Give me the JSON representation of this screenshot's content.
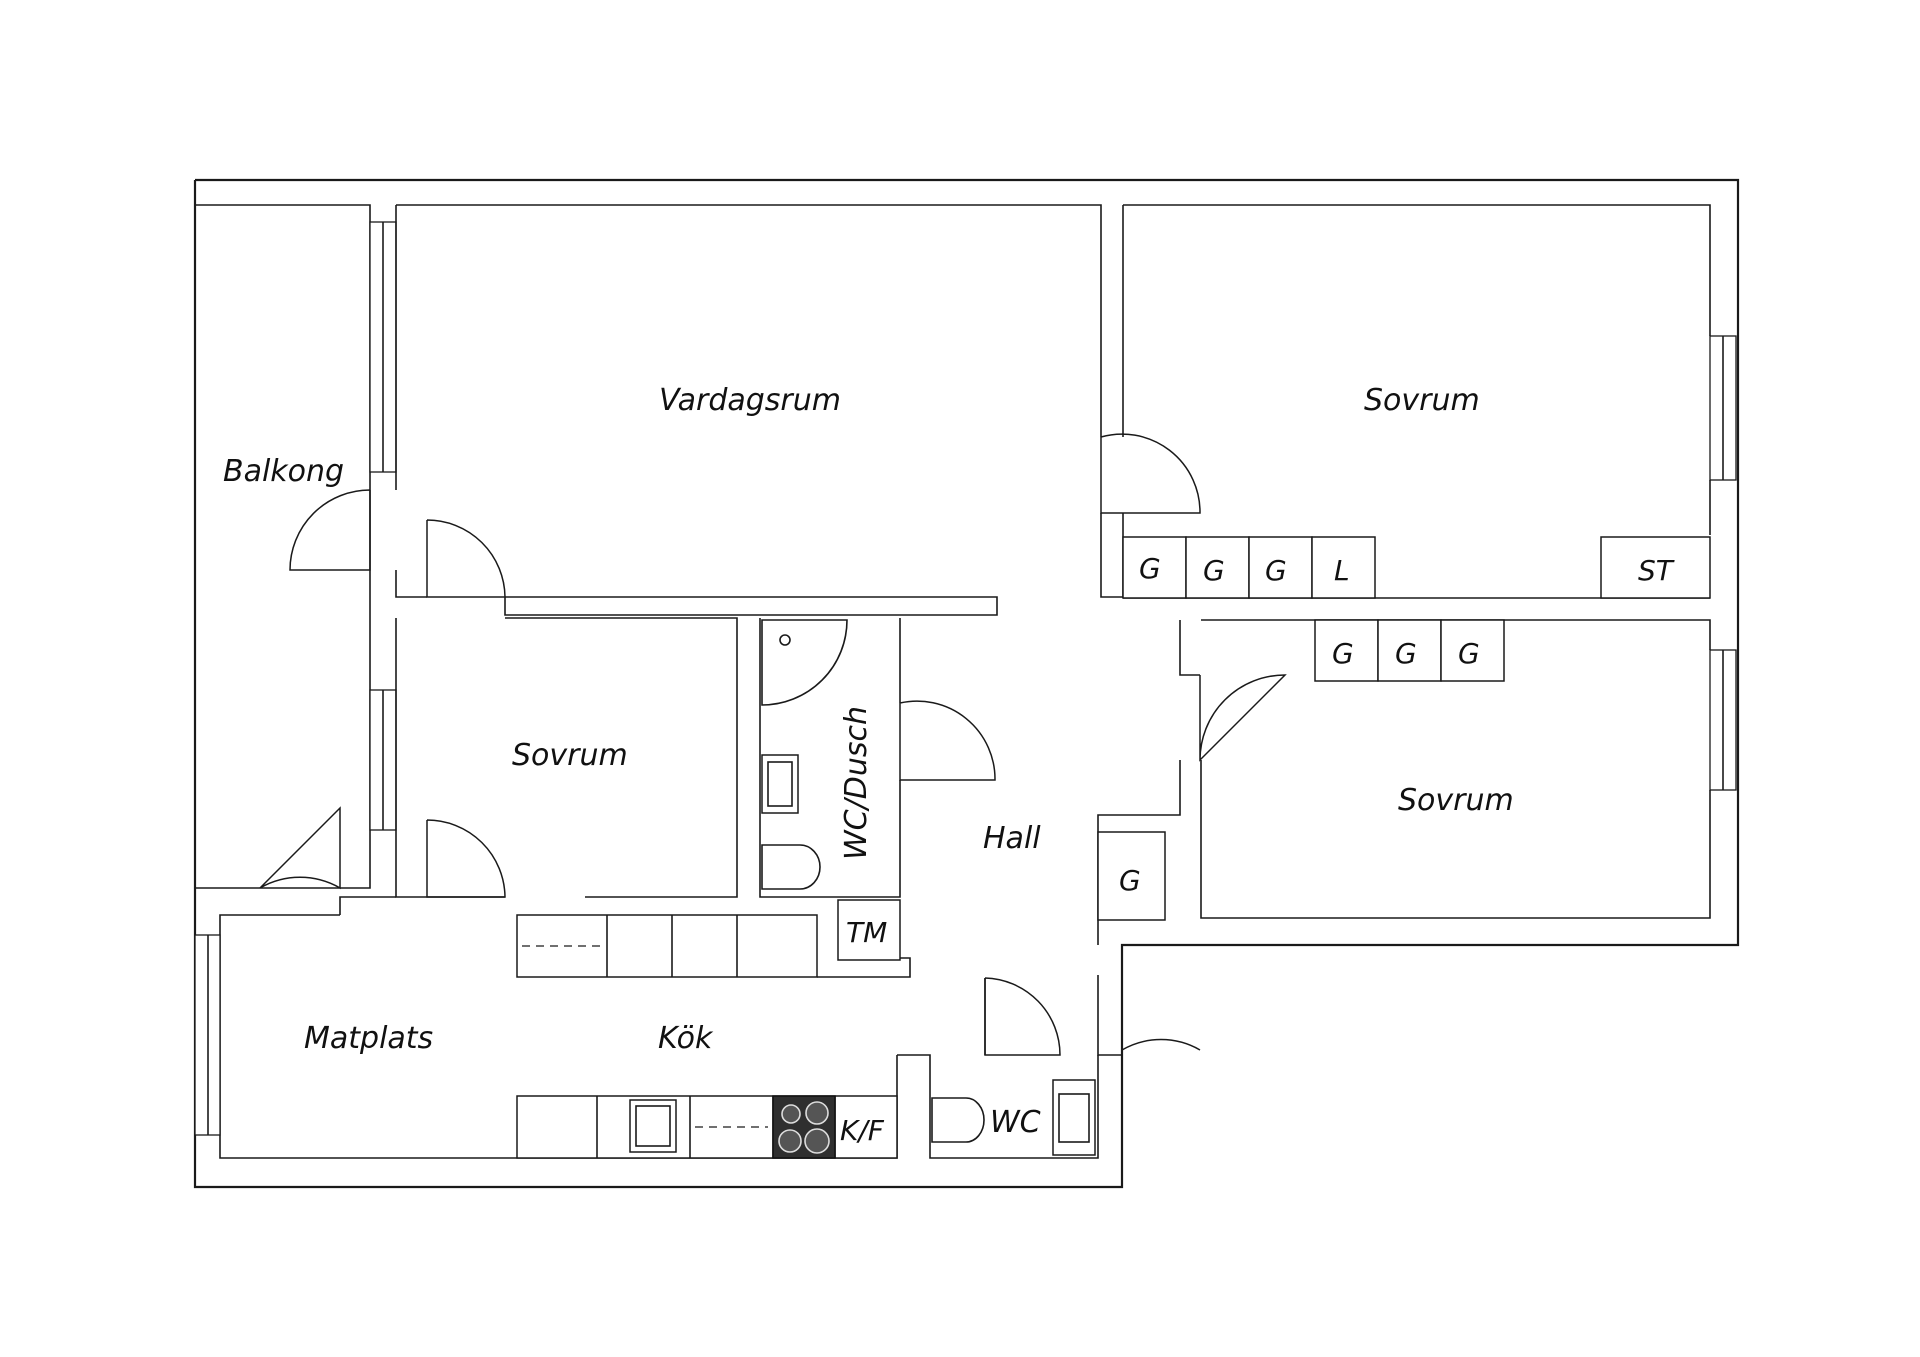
{
  "rooms": {
    "vardagsrum": "Vardagsrum",
    "balkong": "Balkong",
    "sovrum_top_right": "Sovrum",
    "sovrum_middle": "Sovrum",
    "sovrum_bottom_right": "Sovrum",
    "wc_dusch": "WC/Dusch",
    "hall": "Hall",
    "matplats": "Matplats",
    "kok": "Kök",
    "wc": "WC"
  },
  "units": {
    "wardrobe_g": "G",
    "linen_l": "L",
    "storage_st": "ST",
    "washer_tm": "TM",
    "fridge_freezer": "K/F"
  },
  "colors": {
    "line": "#1a1a1a",
    "background": "#ffffff",
    "stove": "#2f2f2f"
  }
}
